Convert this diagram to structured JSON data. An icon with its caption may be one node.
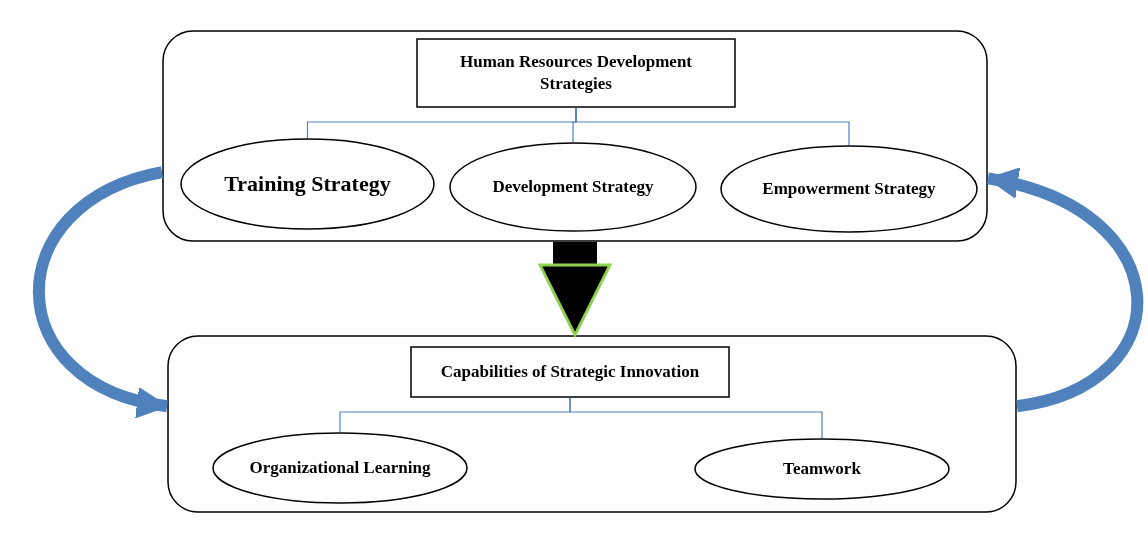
{
  "diagram": {
    "nodes": [
      {
        "text": [],
        "shape": "box"
      },
      {
        "text": [
          "Human Resources Development Strategies"
        ],
        "in": 0
      },
      {
        "text": [
          "Training Strategy"
        ],
        "in": 0
      },
      {
        "text": [
          "Development Strategy"
        ],
        "in": 0
      },
      {
        "text": [
          "Empowerment Strategy"
        ],
        "in": 0
      },
      {
        "text": [],
        "shape": "box"
      },
      {
        "text": [
          "Capabilities of Strategic Innovation"
        ],
        "in": 5
      },
      {
        "text": [
          "Organizational Learning"
        ],
        "in": 5
      },
      {
        "text": [
          "Teamwork"
        ],
        "in": 5
      }
    ],
    "edges": [
      {
        "from": 1,
        "to": 2,
        "arrow": "none"
      },
      {
        "from": 1,
        "to": 3,
        "arrow": "none"
      },
      {
        "from": 1,
        "to": 4,
        "arrow": "none"
      },
      {
        "from": 0,
        "to": 5,
        "arrow": "to",
        "style": "thick",
        "color": "#000000"
      },
      {
        "from": 0,
        "to": 5,
        "arrow": "to",
        "style": "thick"
      },
      {
        "from": 5,
        "to": 0,
        "arrow": "to",
        "style": "thick"
      },
      {
        "from": 6,
        "to": 7,
        "arrow": "none"
      },
      {
        "from": 6,
        "to": 8,
        "arrow": "none"
      }
    ]
  }
}
